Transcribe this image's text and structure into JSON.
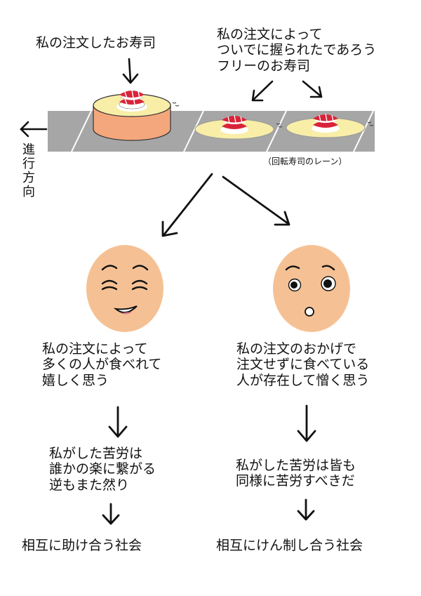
{
  "top": {
    "my_order_label": "私の注文したお寿司",
    "free_sushi_label": "私の注文によって\nついでに握られたであろう\nフリーのお寿司",
    "direction_label": "進行方向",
    "lane_caption": "（回転寿司のレーン）"
  },
  "left": {
    "thought": "私の注文によって\n多くの人が食べれて\n嬉しく思う",
    "reasoning": "私がした苦労は\n誰かの楽に繋がる\n逆もまた然り",
    "conclusion": "相互に助け合う社会"
  },
  "right": {
    "thought": "私の注文のおかげで\n注文せずに食べている\n人が存在して憎く思う",
    "reasoning": "私がした苦労は皆も\n同様に苦労すべきだ",
    "conclusion": "相互にけん制し合う社会"
  },
  "colors": {
    "lane": "#a6a6a6",
    "stand": "#f4a77c",
    "stand_top": "#f8eea8",
    "plate": "#f8eea8",
    "tuna": "#d9233a",
    "face": "#f5c194"
  }
}
